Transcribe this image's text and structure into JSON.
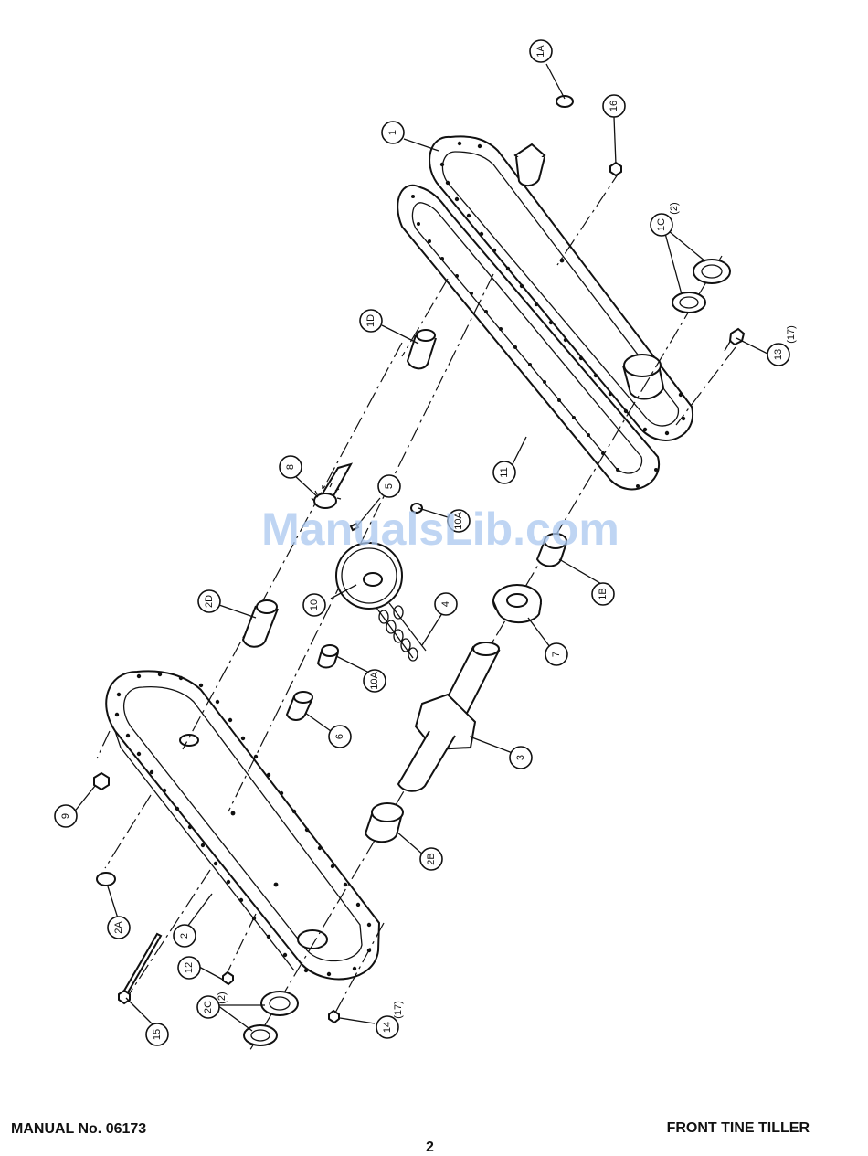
{
  "footer": {
    "manual_number": "MANUAL No. 06173",
    "title": "FRONT TINE TILLER",
    "page": "2"
  },
  "watermark": "ManualsLib.com",
  "callouts": [
    {
      "id": "c-1A",
      "label": "1A"
    },
    {
      "id": "c-16",
      "label": "16"
    },
    {
      "id": "c-1",
      "label": "1"
    },
    {
      "id": "c-1C",
      "label": "1C",
      "qty": "(2)"
    },
    {
      "id": "c-13",
      "label": "13",
      "qty": "(17)"
    },
    {
      "id": "c-1D",
      "label": "1D"
    },
    {
      "id": "c-11",
      "label": "11"
    },
    {
      "id": "c-8",
      "label": "8"
    },
    {
      "id": "c-5",
      "label": "5"
    },
    {
      "id": "c-10A-top",
      "label": "10A"
    },
    {
      "id": "c-1B",
      "label": "1B"
    },
    {
      "id": "c-2D",
      "label": "2D"
    },
    {
      "id": "c-10",
      "label": "10"
    },
    {
      "id": "c-4",
      "label": "4"
    },
    {
      "id": "c-7",
      "label": "7"
    },
    {
      "id": "c-10A-bottom",
      "label": "10A"
    },
    {
      "id": "c-6",
      "label": "6"
    },
    {
      "id": "c-3",
      "label": "3"
    },
    {
      "id": "c-9",
      "label": "9"
    },
    {
      "id": "c-2B",
      "label": "2B"
    },
    {
      "id": "c-2A",
      "label": "2A"
    },
    {
      "id": "c-2",
      "label": "2"
    },
    {
      "id": "c-12",
      "label": "12"
    },
    {
      "id": "c-2C",
      "label": "2C",
      "qty": "(2)"
    },
    {
      "id": "c-14",
      "label": "14",
      "qty": "(17)"
    },
    {
      "id": "c-15",
      "label": "15"
    }
  ]
}
